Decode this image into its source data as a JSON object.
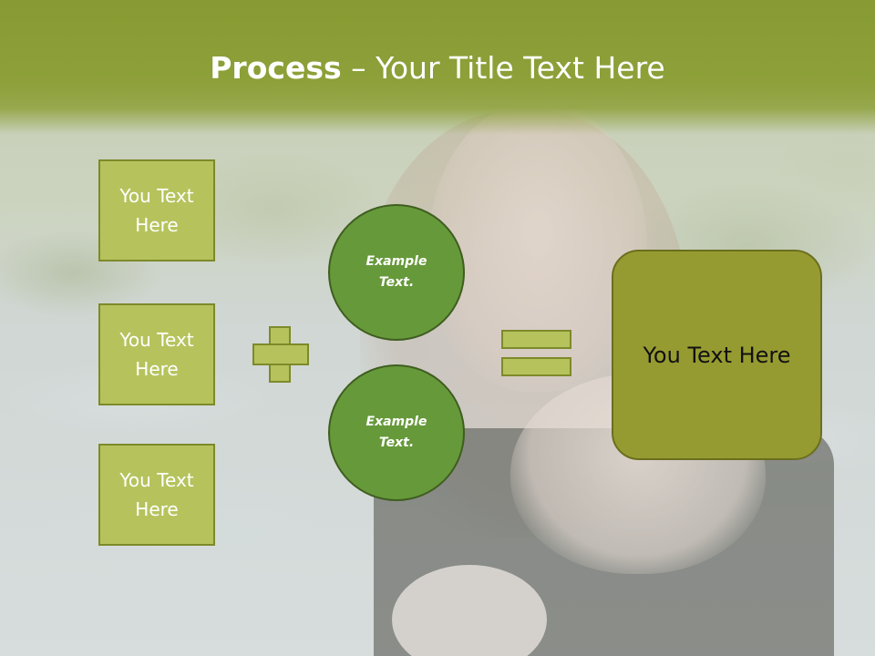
{
  "title": {
    "bold": "Process",
    "rest": " – Your Title Text Here"
  },
  "boxes": [
    {
      "label": "You Text Here"
    },
    {
      "label": "You Text Here"
    },
    {
      "label": "You Text Here"
    }
  ],
  "circles": [
    {
      "label": "Example Text."
    },
    {
      "label": "Example Text."
    }
  ],
  "result": {
    "label": "You Text Here"
  },
  "colors": {
    "title_band": "#8da039",
    "box_fill": "#b6c35d",
    "circle_fill": "#66993a",
    "result_fill": "#969b31"
  }
}
